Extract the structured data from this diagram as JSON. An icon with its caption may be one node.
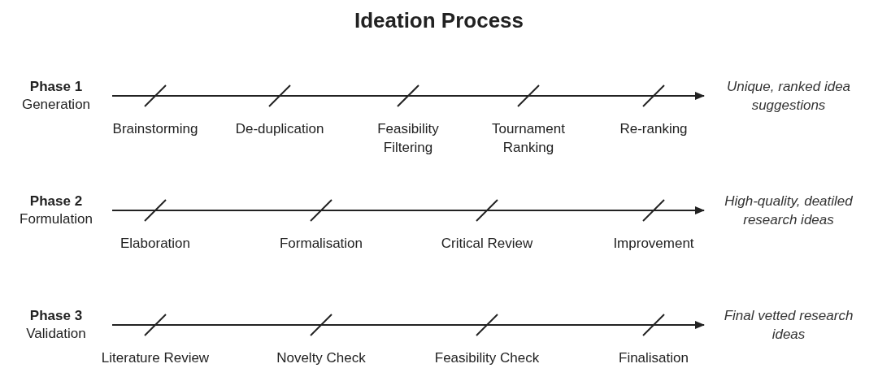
{
  "diagram": {
    "title": "Ideation Process",
    "nodes": [
      {
        "text": [
          "Phase 1",
          "Generation"
        ]
      },
      {
        "text": [
          "Unique, ranked idea suggestions"
        ]
      },
      {
        "text": [
          "Phase 2",
          "Formulation"
        ]
      },
      {
        "text": [
          "High-quality, deatiled research ideas"
        ]
      },
      {
        "text": [
          "Phase 3",
          "Validation"
        ]
      },
      {
        "text": [
          "Final vetted research ideas"
        ]
      }
    ],
    "edges": [
      {
        "from": 0,
        "to": 1,
        "arrow": "to"
      },
      {
        "from": 2,
        "to": 3,
        "arrow": "to"
      },
      {
        "from": 4,
        "to": 5,
        "arrow": "to"
      }
    ],
    "labels": [
      "Brainstorming",
      "De-duplication",
      "Feasibility Filtering",
      "Tournament Ranking",
      "Re-ranking",
      "Elaboration",
      "Formalisation",
      "Critical Review",
      "Improvement",
      "Literature Review",
      "Novelty Check",
      "Feasibility Check",
      "Finalisation"
    ]
  }
}
